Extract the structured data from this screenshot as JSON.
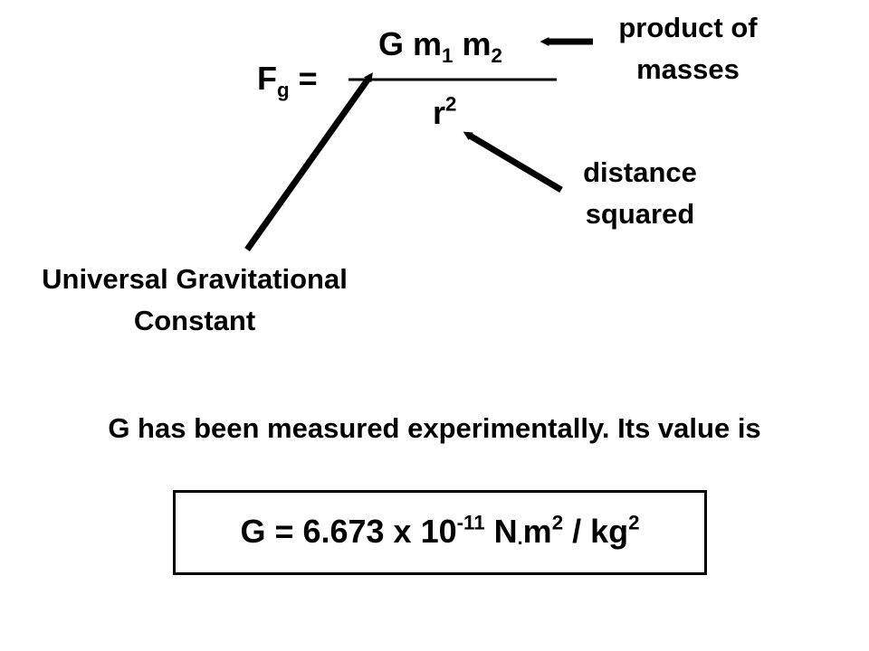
{
  "equation": {
    "force_symbol": "F",
    "force_subscript": "g",
    "equals": "=",
    "numerator_constant": "G",
    "mass_symbol": "m",
    "mass1_subscript": "1",
    "mass2_subscript": "2",
    "distance_symbol": "r",
    "distance_exponent": "2"
  },
  "labels": {
    "product_of_masses": [
      "product of",
      "masses"
    ],
    "distance_squared": [
      "distance",
      "squared"
    ],
    "universal_constant": [
      "Universal Gravitational",
      "Constant"
    ]
  },
  "statement": "G has been measured experimentally. Its value is",
  "value_box": {
    "lhs": "G = 6.673 x 10",
    "exponent": "-11",
    "unit_n": "N",
    "unit_dot": ".",
    "unit_m": "m",
    "unit_m_exponent": "2",
    "divider": "/ kg",
    "unit_kg_exponent": "2"
  }
}
